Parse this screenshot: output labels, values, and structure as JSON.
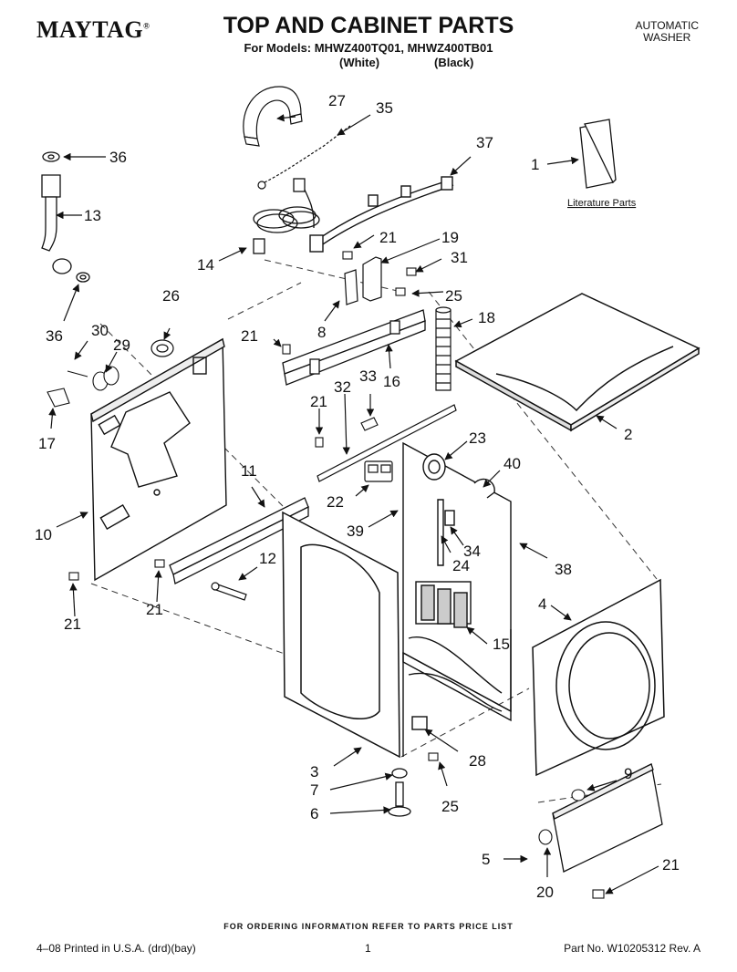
{
  "header": {
    "brand": "MAYTAG",
    "brand_mark": "®",
    "title": "TOP AND CABINET PARTS",
    "subtitle": "For Models: MHWZ400TQ01, MHWZ400TB01",
    "variant_white": "(White)",
    "variant_black": "(Black)",
    "type_line1": "AUTOMATIC",
    "type_line2": "WASHER"
  },
  "literature_label": "Literature Parts",
  "callouts": [
    "1",
    "2",
    "3",
    "4",
    "5",
    "6",
    "7",
    "8",
    "9",
    "10",
    "11",
    "12",
    "13",
    "14",
    "15",
    "16",
    "17",
    "18",
    "19",
    "20",
    "21",
    "21",
    "21",
    "21",
    "21",
    "21",
    "21",
    "22",
    "23",
    "24",
    "25",
    "25",
    "26",
    "27",
    "28",
    "29",
    "30",
    "31",
    "32",
    "33",
    "34",
    "35",
    "36",
    "36",
    "37",
    "38",
    "39",
    "40"
  ],
  "footer": {
    "order_note": "FOR ORDERING INFORMATION REFER TO PARTS PRICE LIST",
    "print_info": "4–08 Printed in U.S.A. (drd)(bay)",
    "page_number": "1",
    "part_number": "Part No. W10205312 Rev. A"
  }
}
